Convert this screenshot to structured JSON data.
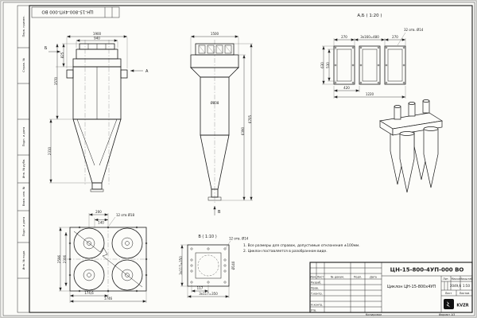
{
  "frame": {
    "stamp_top": "ЦН-15-800-4УП-000 ВО",
    "side_labels": [
      "Перв. примен.",
      "Справ. №",
      "Подп. и дата",
      "Инв. № дубл.",
      "Взам. инв. №",
      "Подп. и дата",
      "Инв. № подл."
    ],
    "copied": "Копировал",
    "format": "Формат А3"
  },
  "notes": {
    "line1": "1. Все размеры для справок, допустимые отклонения ±100мм.",
    "line2": "2. Циклон поставляется в разобранном виде."
  },
  "front_view": {
    "arrow_b": "Б",
    "arrow_a": "А",
    "dim_total_width": "1900",
    "dim_inner_width": "940",
    "dim_top_height": "825",
    "dim_body_height": "3570",
    "dim_cone_height": "2310"
  },
  "side_view": {
    "dim_width": "1500",
    "dim_diameter": "Ø808",
    "dim_total_height": "6705",
    "dim_height": "6390",
    "arrow_v": "В"
  },
  "detail_ab": {
    "label": "А,Б ( 1:20 )",
    "dim_left": "270",
    "dim_mid": "3х160=480",
    "dim_right": "270",
    "holes": "32 отв. Ø14",
    "dim_h_outer": "630",
    "dim_h_inner": "530",
    "dim_w_single": "420",
    "dim_w_total": "1220"
  },
  "plan_view": {
    "dim_200": "200",
    "dim_140": "140",
    "holes": "12 отв Ø18",
    "dim_v_outer": "2596",
    "dim_v_inner": "2306",
    "dim_w_inner": "174,6",
    "dim_w_total": "1746"
  },
  "detail_v": {
    "label": "В ( 1:10 )",
    "holes": "12 отв. Ø14",
    "dim_pitch": "117",
    "dim_total": "3х117=350",
    "dim_side": "3х117=350",
    "dim_dia": "Ø140"
  },
  "title_block": {
    "doc_number": "ЦН-15-800-4УП-000 ВО",
    "product_name": "Циклон ЦН-15-800х4УП",
    "col_izm": "Изм.",
    "col_list": "Лист",
    "col_doc": "№ докум.",
    "col_podp": "Подп.",
    "col_data": "Дата",
    "row_razrab": "Разраб.",
    "row_prov": "Пров.",
    "row_tkontr": "Т.контр.",
    "row_nkontr": "Н.контр.",
    "row_utv": "Утв.",
    "lit_label": "Лит.",
    "mass_label": "Масса",
    "scale_label": "Масштаб",
    "mass_value": "2049,6",
    "scale_value": "1:50",
    "sheet_label": "Лист",
    "sheets_label": "Листов",
    "logo_text": "KVZR"
  }
}
